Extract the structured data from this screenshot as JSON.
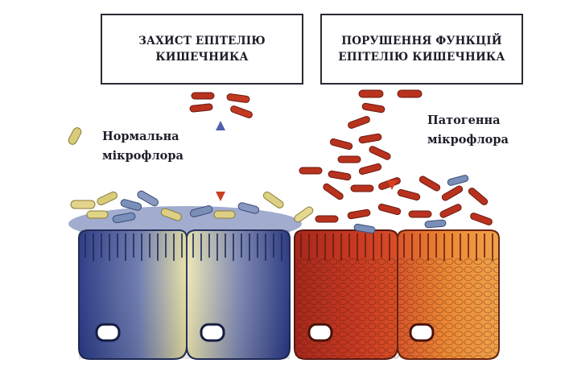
{
  "boxes": {
    "left": "ЗАХИСТ ЕПІТЕЛІЮ\nКИШЕЧНИКА",
    "right": "ПОРУШЕННЯ ФУНКЦІЙ\nЕПІТЕЛІЮ КИШЕЧНИКА"
  },
  "labels": {
    "normal": "Нормальна\nмікрофлора",
    "pathogenic": "Патогенна\nмікрофлора"
  },
  "colors": {
    "healthy_cell_blue": "#2f3f8f",
    "healthy_cell_yellow": "#e8e0a0",
    "damaged_cell_red": "#c23a1c",
    "damaged_cell_orange": "#e8862e",
    "pathogen_bacteria": "#b8321e",
    "normal_bacteria_yellow": "#d8cc7a",
    "normal_bacteria_blue": "#7a8fb8"
  }
}
